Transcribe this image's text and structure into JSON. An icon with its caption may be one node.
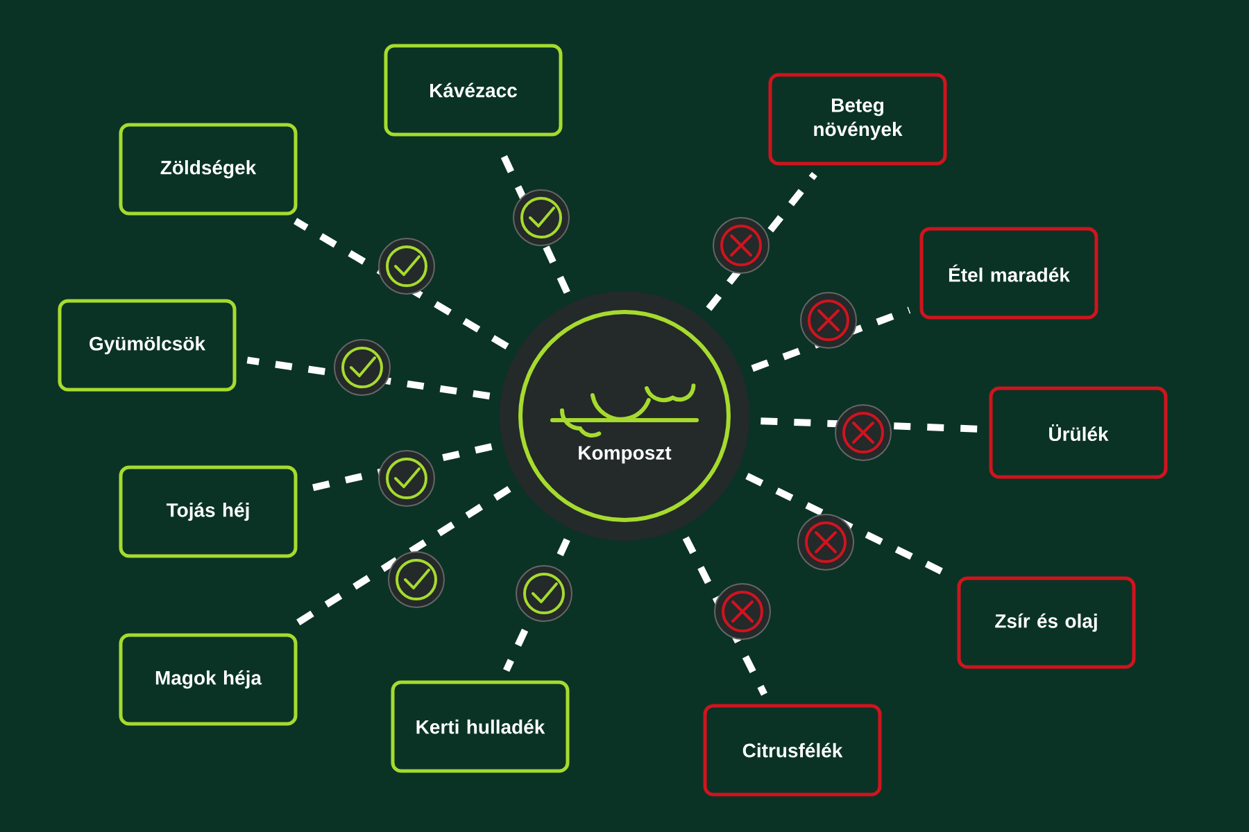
{
  "diagram": {
    "nodes": [
      {
        "text": [
          "Komposzt"
        ]
      },
      {
        "text": [
          "Kávézacc"
        ]
      },
      {
        "text": [
          "Zöldségek"
        ]
      },
      {
        "text": [
          "Gyümölcsök"
        ]
      },
      {
        "text": [
          "Tojás héj"
        ]
      },
      {
        "text": [
          "Magok héja"
        ]
      },
      {
        "text": [
          "Kerti hulladék"
        ]
      },
      {
        "text": [
          "Beteg növények"
        ]
      },
      {
        "text": [
          "Étel maradék"
        ]
      },
      {
        "text": [
          "Ürülék"
        ]
      },
      {
        "text": [
          "Zsír és olaj"
        ]
      },
      {
        "text": [
          "Citrusfélék"
        ]
      }
    ],
    "edges": [
      {
        "from": 0,
        "to": 1,
        "arrow": "none",
        "style": "dashed"
      },
      {
        "from": 0,
        "to": 2,
        "arrow": "none",
        "style": "dashed"
      },
      {
        "from": 0,
        "to": 3,
        "arrow": "none",
        "style": "dashed"
      },
      {
        "from": 0,
        "to": 4,
        "arrow": "none",
        "style": "dashed"
      },
      {
        "from": 0,
        "to": 5,
        "arrow": "none",
        "style": "dashed"
      },
      {
        "from": 0,
        "to": 6,
        "arrow": "none",
        "style": "dashed"
      },
      {
        "from": 0,
        "to": 7,
        "arrow": "none",
        "style": "dashed"
      },
      {
        "from": 0,
        "to": 8,
        "arrow": "none",
        "style": "dashed"
      },
      {
        "from": 0,
        "to": 9,
        "arrow": "none",
        "style": "dashed"
      },
      {
        "from": 0,
        "to": 10,
        "arrow": "none",
        "style": "dashed"
      },
      {
        "from": 0,
        "to": 11,
        "arrow": "none",
        "style": "dashed"
      }
    ]
  }
}
